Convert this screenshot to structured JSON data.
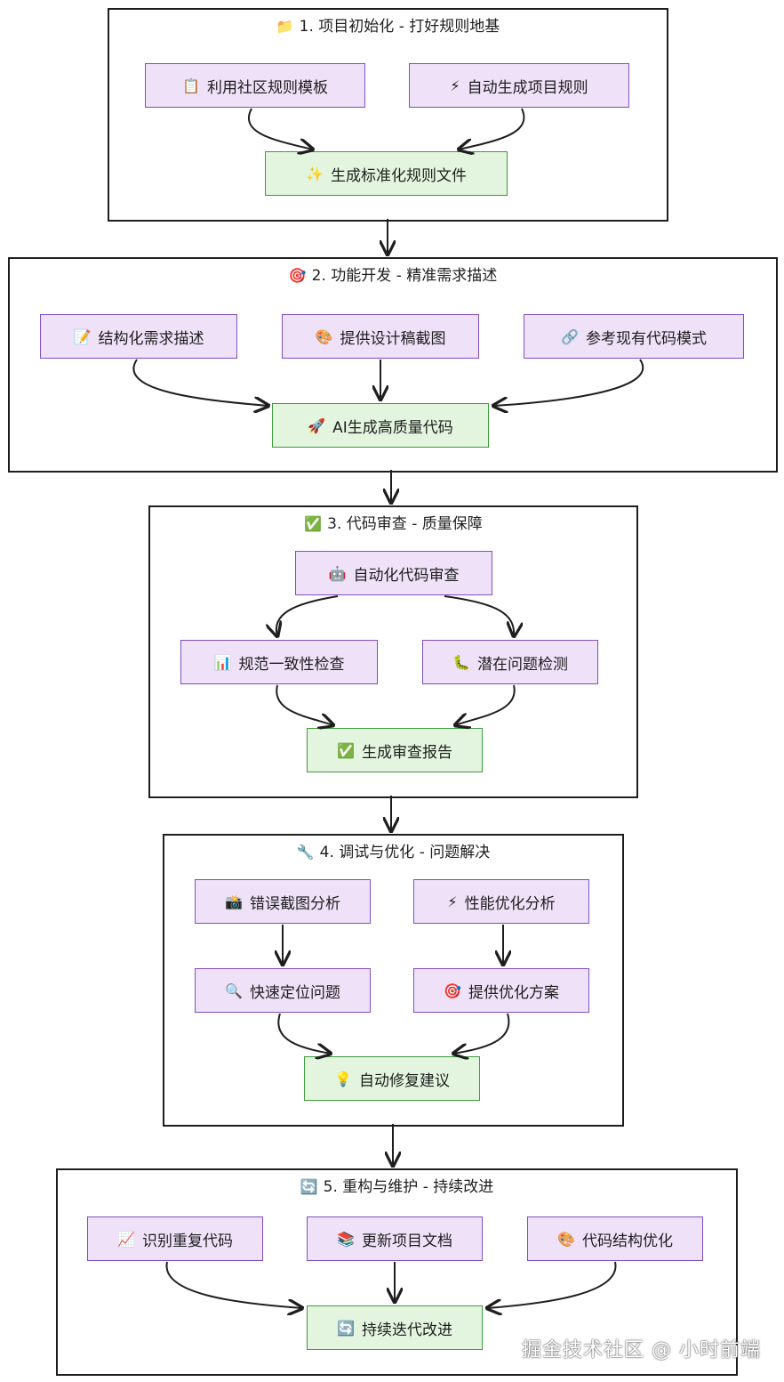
{
  "sections": [
    {
      "title": "1. 项目初始化 - 打好规则地基",
      "icon": "folder-icon",
      "glyph": "📁",
      "nodes": [
        {
          "label": "利用社区规则模板",
          "icon": "clipboard-icon",
          "glyph": "📋"
        },
        {
          "label": "自动生成项目规则",
          "icon": "lightning-icon",
          "glyph": "⚡"
        },
        {
          "label": "生成标准化规则文件",
          "icon": "sparkles-icon",
          "glyph": "✨"
        }
      ]
    },
    {
      "title": "2. 功能开发 - 精准需求描述",
      "icon": "target-icon",
      "glyph": "🎯",
      "nodes": [
        {
          "label": "结构化需求描述",
          "icon": "memo-icon",
          "glyph": "📝"
        },
        {
          "label": "提供设计稿截图",
          "icon": "palette-icon",
          "glyph": "🎨"
        },
        {
          "label": "参考现有代码模式",
          "icon": "link-icon",
          "glyph": "🔗"
        },
        {
          "label": "AI生成高质量代码",
          "icon": "rocket-icon",
          "glyph": "🚀"
        }
      ]
    },
    {
      "title": "3. 代码审查 - 质量保障",
      "icon": "check-icon",
      "glyph": "✅",
      "nodes": [
        {
          "label": "自动化代码审查",
          "icon": "robot-icon",
          "glyph": "🤖"
        },
        {
          "label": "规范一致性检查",
          "icon": "bar-chart-icon",
          "glyph": "📊"
        },
        {
          "label": "潜在问题检测",
          "icon": "bug-icon",
          "glyph": "🐛"
        },
        {
          "label": "生成审查报告",
          "icon": "check-icon",
          "glyph": "✅"
        }
      ]
    },
    {
      "title": "4. 调试与优化 - 问题解决",
      "icon": "wrench-icon",
      "glyph": "🔧",
      "nodes": [
        {
          "label": "错误截图分析",
          "icon": "camera-icon",
          "glyph": "📸"
        },
        {
          "label": "性能优化分析",
          "icon": "lightning-icon",
          "glyph": "⚡"
        },
        {
          "label": "快速定位问题",
          "icon": "magnifier-icon",
          "glyph": "🔍"
        },
        {
          "label": "提供优化方案",
          "icon": "target-icon",
          "glyph": "🎯"
        },
        {
          "label": "自动修复建议",
          "icon": "lightbulb-icon",
          "glyph": "💡"
        }
      ]
    },
    {
      "title": "5. 重构与维护 - 持续改进",
      "icon": "refresh-icon",
      "glyph": "🔄",
      "nodes": [
        {
          "label": "识别重复代码",
          "icon": "trend-chart-icon",
          "glyph": "📈"
        },
        {
          "label": "更新项目文档",
          "icon": "books-icon",
          "glyph": "📚"
        },
        {
          "label": "代码结构优化",
          "icon": "palette-icon",
          "glyph": "🎨"
        },
        {
          "label": "持续迭代改进",
          "icon": "refresh-icon",
          "glyph": "🔄"
        }
      ]
    }
  ],
  "colors": {
    "process_fill": "#efe1f8",
    "process_border": "#7e4fc2",
    "result_fill": "#e3f5df",
    "result_border": "#3e9a3e"
  },
  "watermark": "掘金技术社区 @ 小时前端"
}
